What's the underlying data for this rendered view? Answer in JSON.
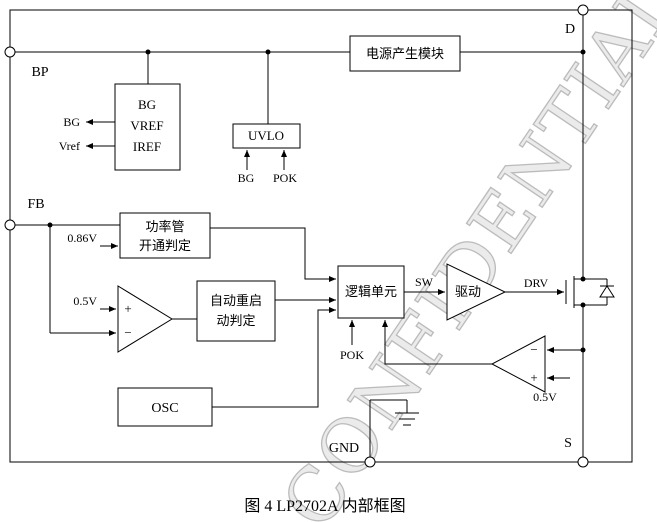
{
  "caption": "图 4  LP2702A 内部框图",
  "watermark": "CONFIDENTIAL",
  "pins": {
    "bp": "BP",
    "fb": "FB",
    "d": "D",
    "s": "S",
    "gnd": "GND"
  },
  "blocks": {
    "power_module": "电源产生模块",
    "bandgap_line1": "BG",
    "bandgap_line2": "VREF",
    "bandgap_line3": "IREF",
    "uvlo": "UVLO",
    "fet_judge_line1": "功率管",
    "fet_judge_line2": "开通判定",
    "auto_restart_line1": "自动重启",
    "auto_restart_line2": "动判定",
    "logic": "逻辑单元",
    "driver": "驱动",
    "osc": "OSC"
  },
  "signals": {
    "bg_ref_out": "BG",
    "vref_out": "Vref",
    "uvlo_in_bg": "BG",
    "uvlo_out_pok": "POK",
    "v_086": "0.86V",
    "v_05_left": "0.5V",
    "v_05_right": "0.5V",
    "pok_in": "POK",
    "sw": "SW",
    "drv": "DRV",
    "plus": "+",
    "minus": "−"
  }
}
